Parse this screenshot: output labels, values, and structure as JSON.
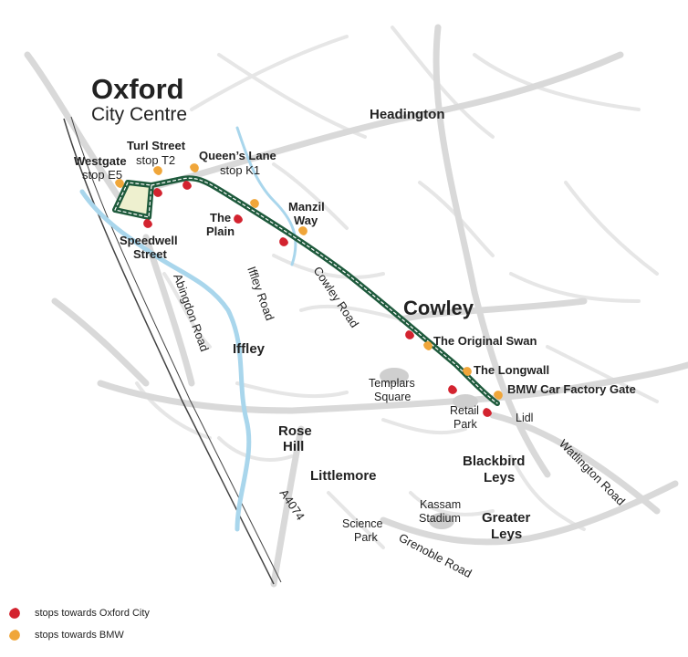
{
  "title": {
    "line1": "Oxford",
    "line2": "City Centre"
  },
  "areas": {
    "headington": "Headington",
    "cowley": "Cowley",
    "iffley": "Iffley",
    "rose": "Rose",
    "hill": "Hill",
    "littlemore": "Littlemore",
    "blackbird": "Blackbird",
    "leys1": "Leys",
    "greater": "Greater",
    "leys2": "Leys"
  },
  "stops": {
    "westgate": {
      "name": "Westgate",
      "code": "stop E5"
    },
    "turl": {
      "name": "Turl Street",
      "code": "stop T2"
    },
    "queens": {
      "name": "Queen’s Lane",
      "code": "stop K1"
    },
    "plain": {
      "line1": "The",
      "line2": "Plain"
    },
    "manzil": {
      "line1": "Manzil",
      "line2": "Way"
    },
    "speedwell": {
      "line1": "Speedwell",
      "line2": "Street"
    },
    "swan": "The Original Swan",
    "longwall": "The Longwall",
    "bmw": "BMW Car Factory Gate"
  },
  "places": {
    "templars1": "Templars",
    "templars2": "Square",
    "retail1": "Retail",
    "retail2": "Park",
    "lidl": "Lidl",
    "kassam1": "Kassam",
    "kassam2": "Stadium",
    "science1": "Science",
    "science2": "Park"
  },
  "roads": {
    "abingdon": "Abingdon Road",
    "iffley": "Iffley Road",
    "cowley": "Cowley Road",
    "watlington": "Watlington Road",
    "a4074": "A4074",
    "grenoble": "Grenoble Road"
  },
  "legend": {
    "oxford": "stops towards Oxford City",
    "bmw": "stops towards BMW"
  },
  "colors": {
    "route": "#1e5a3c",
    "toward_oxford": "#d3232f",
    "toward_bmw": "#f0a63a",
    "river": "#a9d6ec",
    "roads": "#d9d9d9",
    "city_centre": "#eef0cf"
  }
}
